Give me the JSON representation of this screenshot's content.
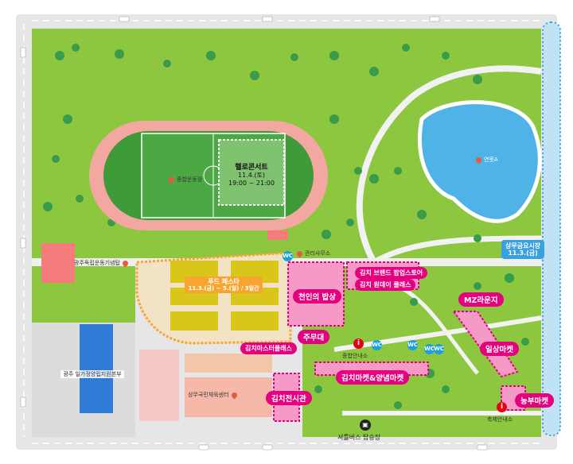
{
  "map": {
    "concert_title": "헬로콘서트",
    "concert_date": "11.4.(토)",
    "concert_time": "19:00 ~ 21:00",
    "stadium": "종합운동장",
    "pond": "연못A",
    "memorial": "광주독립운동기념탑",
    "office": "관리사무소",
    "food_festa_title": "푸드 페스타",
    "food_festa_date": "11.3.(금) ~ 5.(일) / 3일간",
    "market_title": "상무금요시장",
    "market_date": "11.3.(금)",
    "cheonin": "천인의 밥상",
    "brand_popup": "김치 브랜드 팝업스토어",
    "oneday_class": "김치 원데이 클래스",
    "main_stage": "주무대",
    "master_class": "김치마스터클래스",
    "info_center": "종합안내소",
    "kimchi_market": "김치마켓&양념마켓",
    "exhibition": "김치전시관",
    "gym": "상무국민체육센터",
    "district_office": "광주 일가정양립지원본부",
    "mz_lounge": "MZ라운지",
    "ilsang_market": "일상마켓",
    "nongbu_market": "농부마켓",
    "festival_info": "축제안내소",
    "shuttle": "셔틀버스 탑승장"
  },
  "icons": {
    "info": "i",
    "toilet": "WC",
    "bus": "bus"
  },
  "colors": {
    "accent": "#e4007f",
    "grass": "#8dc63f",
    "track": "#f2a8a0",
    "water": "#4fb3e8",
    "food_area": "#f7c53a"
  }
}
